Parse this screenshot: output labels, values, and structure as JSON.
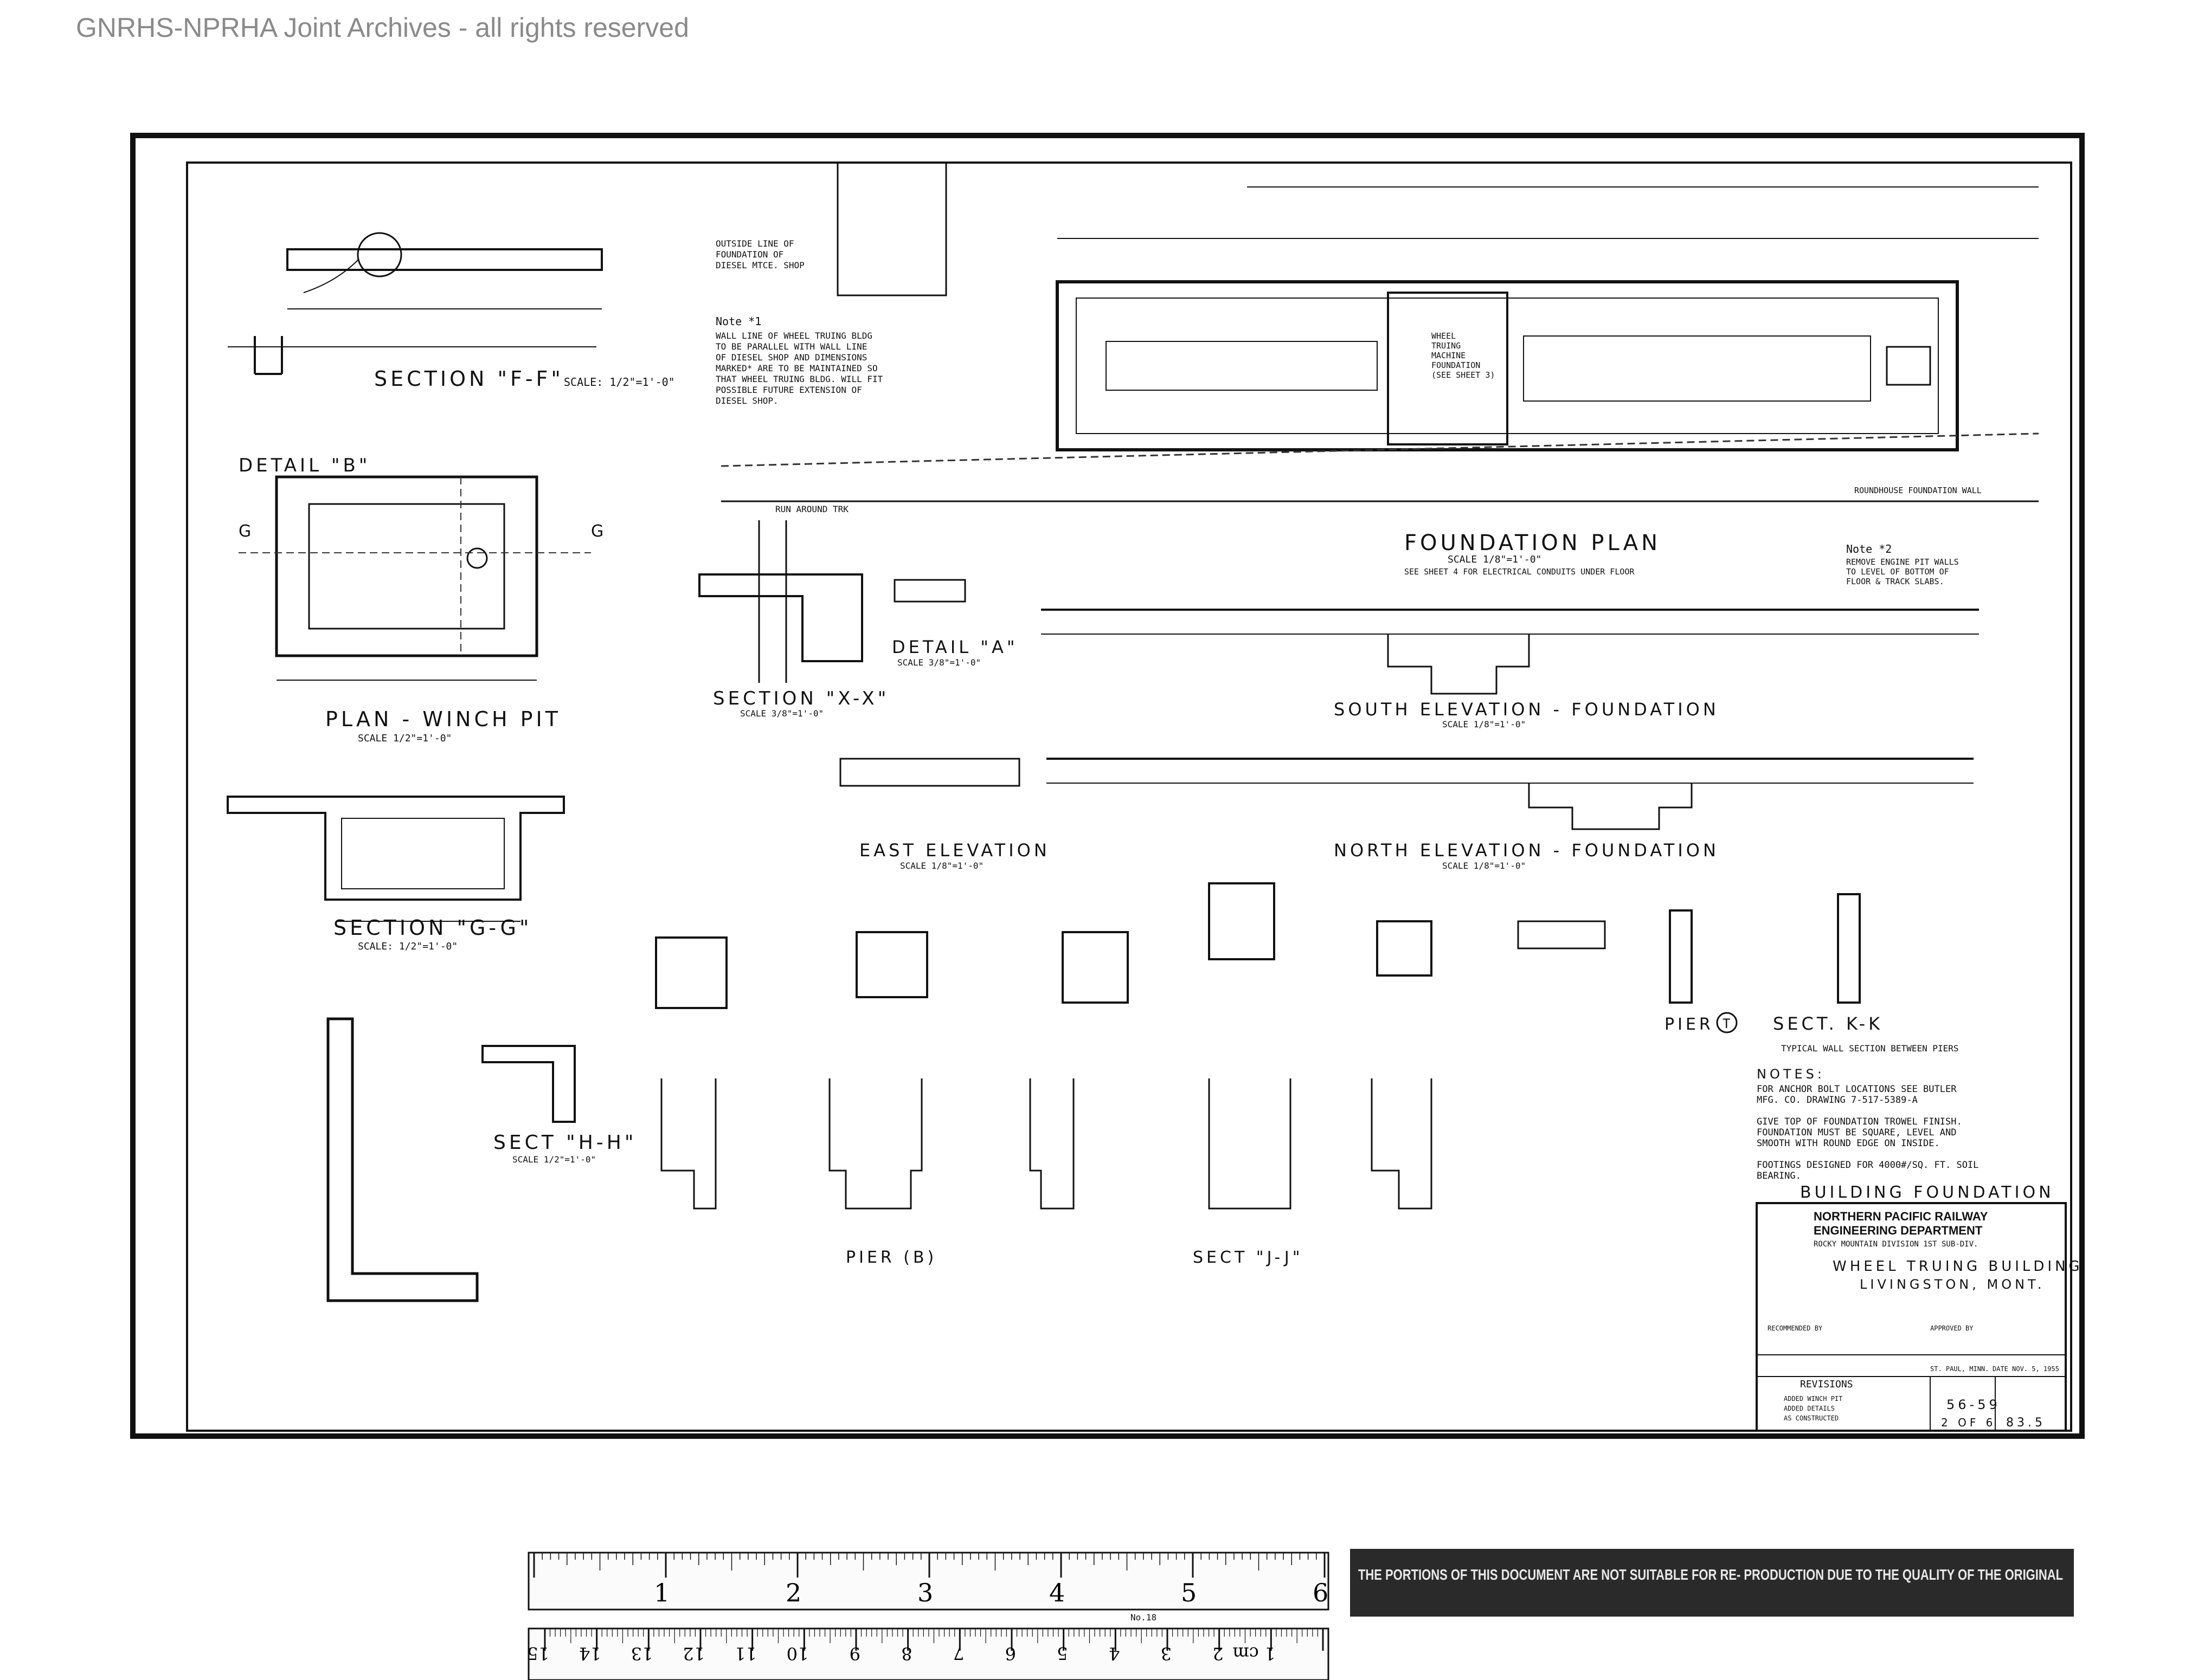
{
  "archive_notice": "GNRHS-NPRHA Joint Archives - all rights reserved",
  "views": {
    "section_ff": "SECTION \"F-F\"",
    "section_ff_scale": "SCALE: 1/2\"=1'-0\"",
    "detail_b": "DETAIL \"B\"",
    "plan_winch_pit": "PLAN - WINCH PIT",
    "plan_winch_pit_scale": "SCALE 1/2\"=1'-0\"",
    "section_gg": "SECTION \"G-G\"",
    "section_gg_scale": "SCALE: 1/2\"=1'-0\"",
    "sect_hh": "SECT \"H-H\"",
    "sect_hh_scale": "SCALE 1/2\"=1'-0\"",
    "foundation_plan": "FOUNDATION PLAN",
    "foundation_plan_scale": "SCALE 1/8\"=1'-0\"",
    "foundation_plan_note": "SEE SHEET 4 FOR ELECTRICAL CONDUITS UNDER FLOOR",
    "detail_a": "DETAIL \"A\"",
    "detail_a_scale": "SCALE 3/8\"=1'-0\"",
    "section_xx": "SECTION \"X-X\"",
    "section_xx_scale": "SCALE 3/8\"=1'-0\"",
    "south_elevation": "SOUTH ELEVATION - FOUNDATION",
    "south_elevation_scale": "SCALE 1/8\"=1'-0\"",
    "east_elevation": "EAST ELEVATION",
    "east_elevation_scale": "SCALE 1/8\"=1'-0\"",
    "north_elevation": "NORTH ELEVATION - FOUNDATION",
    "north_elevation_scale": "SCALE 1/8\"=1'-0\"",
    "pier_t": "PIER",
    "sect_kk": "SECT. K-K",
    "sect_kk_sub": "TYPICAL WALL SECTION BETWEEN PIERS",
    "pier_b": "PIER (B)",
    "sect_jj": "SECT \"J-J\""
  },
  "notes": {
    "note1_title": "Note *1",
    "note1": [
      "WALL LINE OF WHEEL TRUING BLDG",
      "TO BE PARALLEL WITH WALL LINE",
      "OF DIESEL SHOP AND DIMENSIONS",
      "MARKED* ARE TO BE MAINTAINED SO",
      "THAT WHEEL TRUING BLDG. WILL FIT",
      "POSSIBLE FUTURE EXTENSION OF",
      "DIESEL SHOP."
    ],
    "note2_title": "Note *2",
    "note2": [
      "REMOVE ENGINE PIT WALLS",
      "TO LEVEL OF BOTTOM OF",
      "FLOOR & TRACK SLABS."
    ],
    "outside_line": [
      "OUTSIDE LINE OF",
      "FOUNDATION OF",
      "DIESEL MTCE. SHOP"
    ],
    "run_around": "RUN AROUND TRK",
    "roundhouse": "ROUNDHOUSE FOUNDATION WALL",
    "wheel_truing": [
      "WHEEL",
      "TRUING",
      "MACHINE",
      "FOUNDATION",
      "(SEE SHEET 3)"
    ],
    "general_title": "NOTES:",
    "general": [
      "FOR ANCHOR BOLT LOCATIONS SEE BUTLER",
      "MFG. CO. DRAWING 7-517-5389-A",
      "",
      "GIVE TOP OF FOUNDATION TROWEL FINISH.",
      "FOUNDATION MUST BE SQUARE, LEVEL AND",
      "SMOOTH WITH ROUND EDGE ON INSIDE.",
      "",
      "FOOTINGS DESIGNED FOR 4000#/SQ. FT. SOIL",
      "BEARING."
    ]
  },
  "title_block": {
    "heading": "BUILDING FOUNDATION",
    "railway": "NORTHERN PACIFIC RAILWAY",
    "department": "ENGINEERING DEPARTMENT",
    "division": "ROCKY MOUNTAIN DIVISION  1ST SUB-DIV.",
    "building": "WHEEL TRUING BUILDING",
    "location": "LIVINGSTON, MONT.",
    "recommended": "RECOMMENDED BY",
    "approved": "APPROVED BY",
    "office": "ST. PAUL, MINN.",
    "date": "DATE NOV. 5, 1955",
    "revisions": "REVISIONS",
    "rev_items": [
      "ADDED WINCH PIT",
      "ADDED DETAILS",
      "AS CONSTRUCTED"
    ],
    "afe_no": "56-59",
    "sheet": "2 OF 6",
    "file_no": "83.5"
  },
  "ruler": {
    "inch_marks": [
      "1",
      "2",
      "3",
      "4",
      "5",
      "6"
    ],
    "cm_marks": [
      "1 cm",
      "2",
      "3",
      "4",
      "5",
      "6",
      "7",
      "8",
      "9",
      "10",
      "11",
      "12",
      "13",
      "14",
      "15"
    ],
    "model": "No.18"
  },
  "warning": "THE PORTIONS OF THIS DOCUMENT ARE NOT SUITABLE FOR RE- PRODUCTION DUE TO THE QUALITY OF THE ORIGINAL"
}
